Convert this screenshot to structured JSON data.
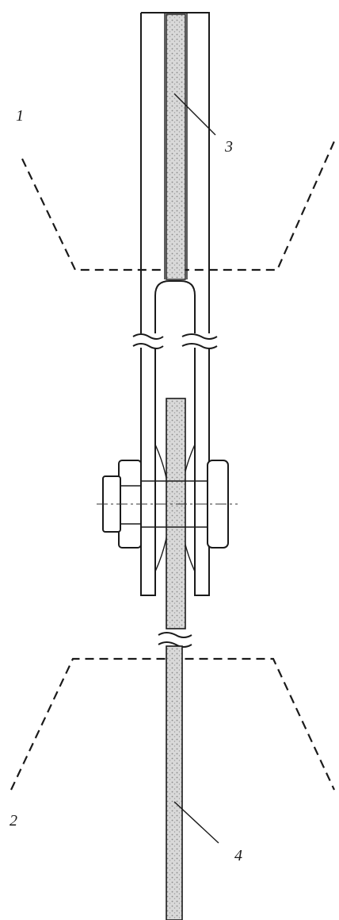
{
  "labels": {
    "grip_upper": "1",
    "grip_lower": "2",
    "specimen_upper": "3",
    "specimen_lower": "4"
  }
}
